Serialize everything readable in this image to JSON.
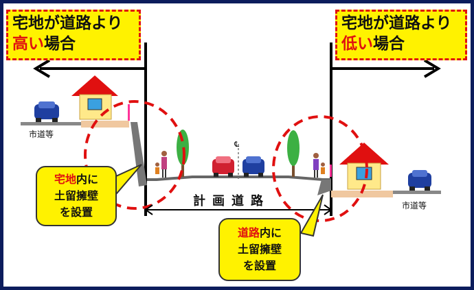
{
  "left_box": {
    "line1": "宅地が道路より",
    "line2_red": "高い",
    "line2_rest": "場合"
  },
  "right_box": {
    "line1": "宅地が道路より",
    "line2_red": "低い",
    "line2_rest": "場合"
  },
  "left_street_label": "市道等",
  "right_street_label": "市道等",
  "road_label": "計画道路",
  "centerline_mark": "℄",
  "left_callout": {
    "line1_red": "宅地",
    "line1_rest": "内に",
    "line2": "土留擁壁",
    "line3": "を設置"
  },
  "right_callout": {
    "line1_red": "道路",
    "line1_rest": "内に",
    "line2": "土留擁壁",
    "line3": "を設置"
  },
  "colors": {
    "frame": "#0c1c5c",
    "highlight_box": "#fff200",
    "emphasis": "#e01010",
    "roof": "#e01010",
    "house_wall": "#ffe98a",
    "car": "#1f3fa0",
    "ground": "#f0c8a0"
  },
  "icons": [
    "house-icon",
    "car-icon",
    "tree-icon",
    "person-icon"
  ]
}
